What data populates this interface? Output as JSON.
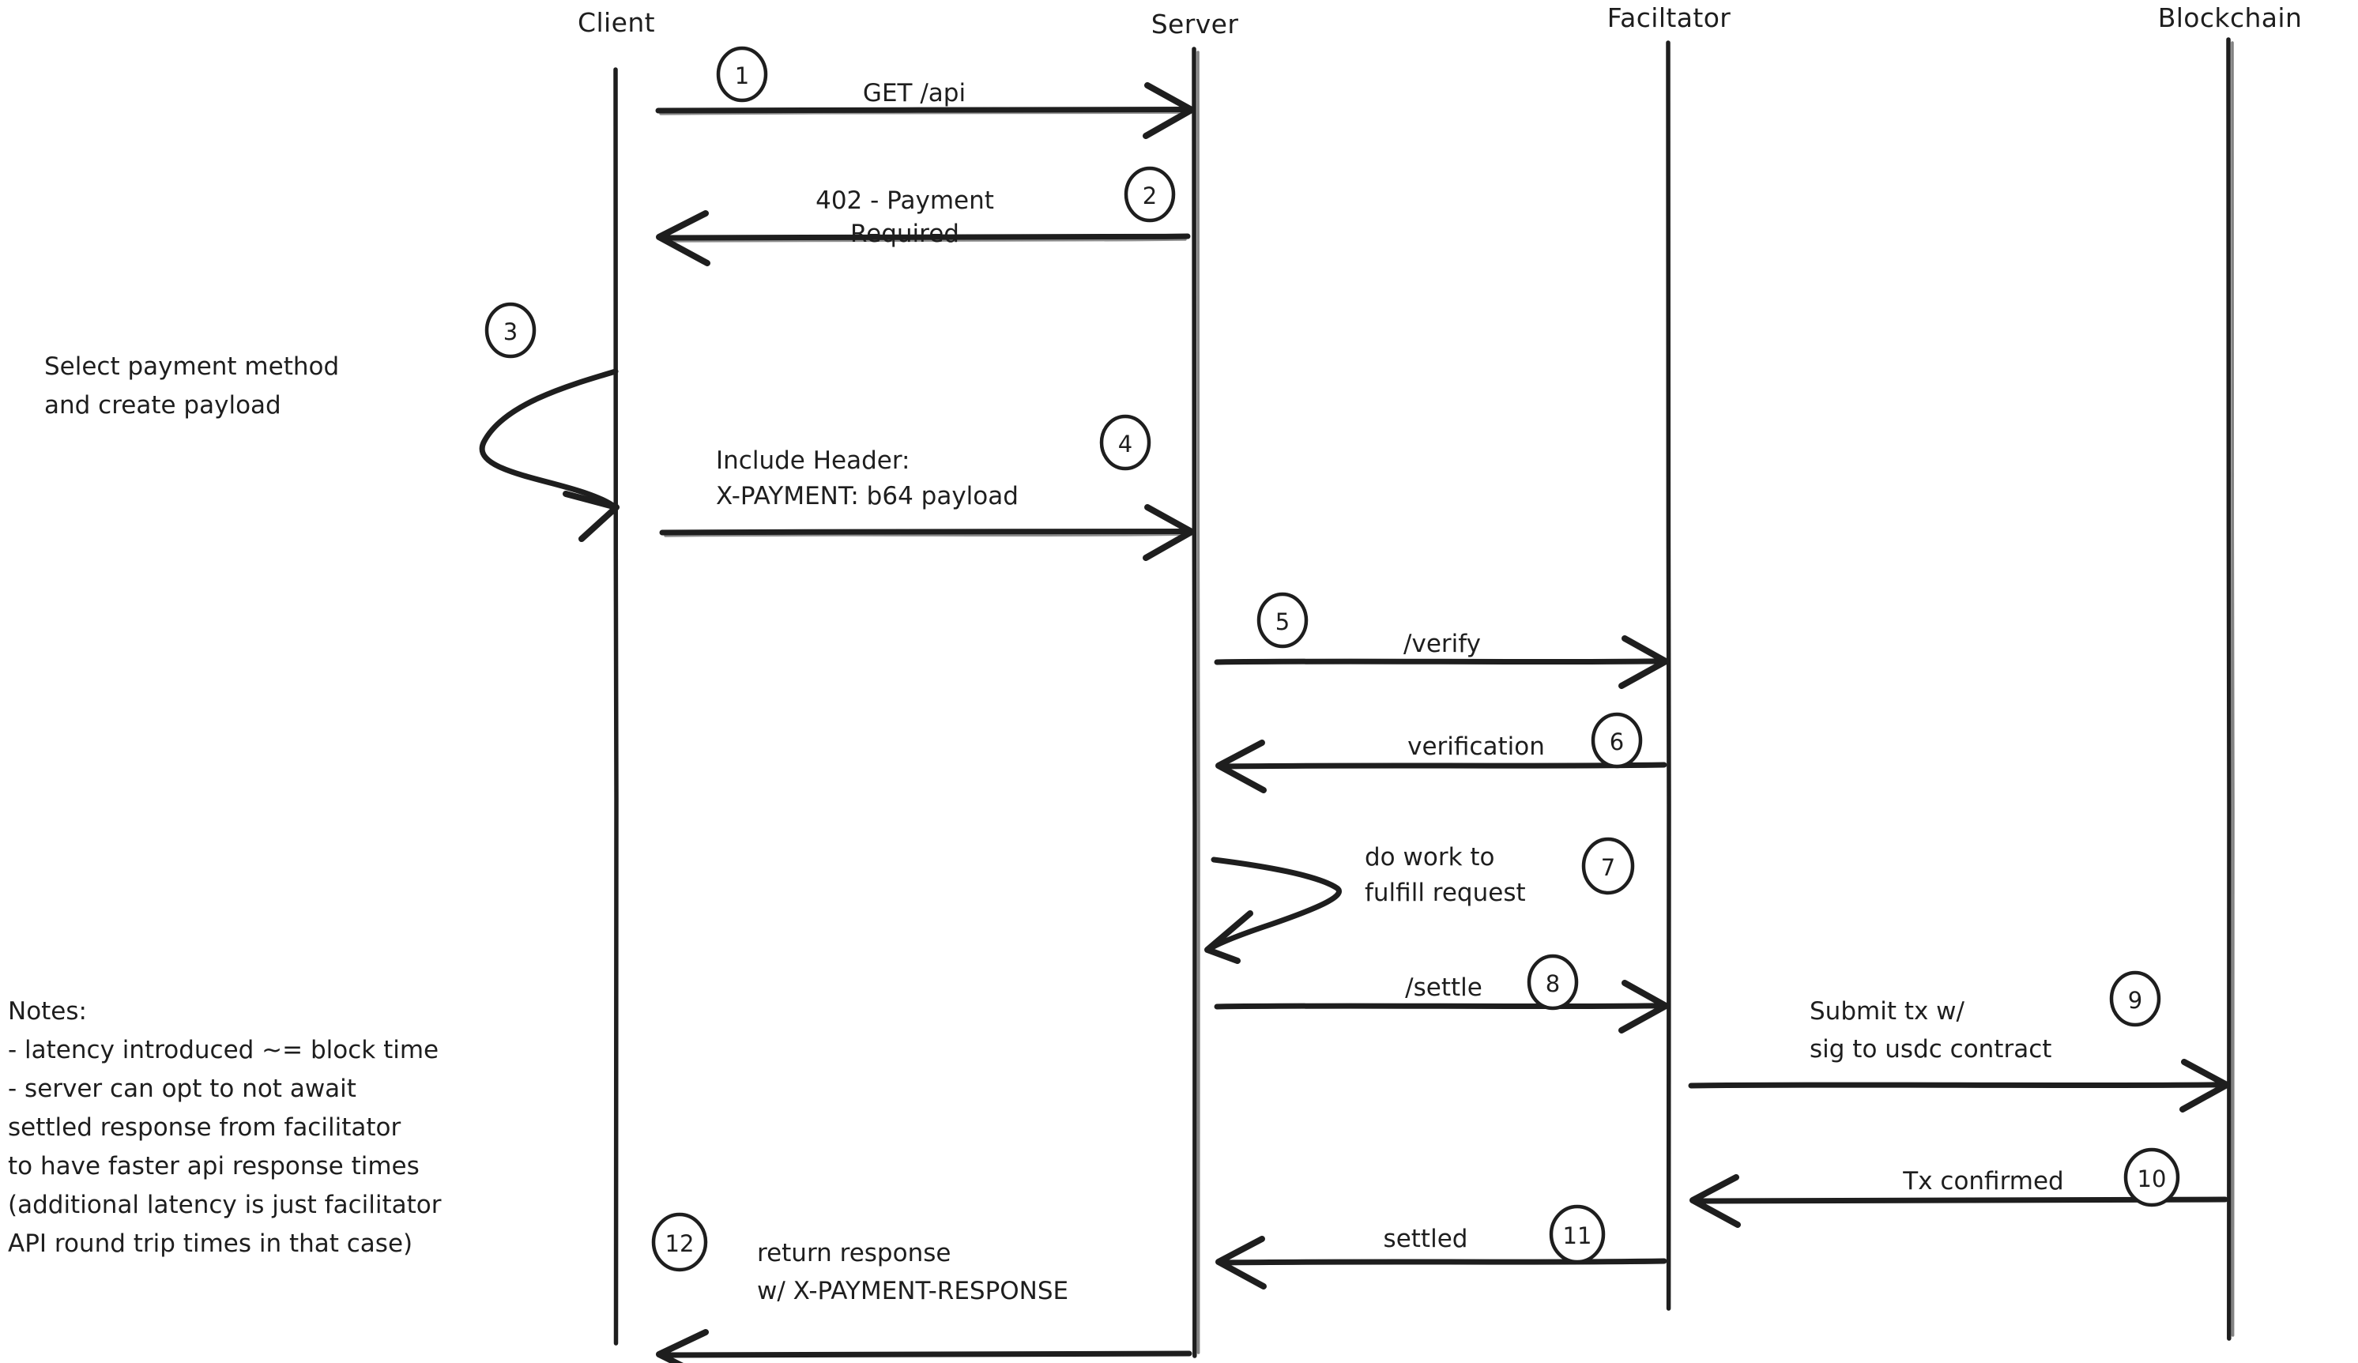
{
  "diagram": {
    "title": "x402 payment flow sequence diagram",
    "style": "hand-drawn",
    "background_color": "#ffffff",
    "stroke_color": "#1e1e1e"
  },
  "actors": [
    {
      "id": "client",
      "label": "Client"
    },
    {
      "id": "server",
      "label": "Server"
    },
    {
      "id": "facilitator",
      "label": "Faciltator"
    },
    {
      "id": "blockchain",
      "label": "Blockchain"
    }
  ],
  "steps": [
    {
      "number": "1",
      "from": "client",
      "to": "server",
      "direction": "right",
      "kind": "message",
      "lines": [
        "GET /api"
      ]
    },
    {
      "number": "2",
      "from": "server",
      "to": "client",
      "direction": "left",
      "kind": "message",
      "lines": [
        "402 - Payment",
        "Required"
      ]
    },
    {
      "number": "3",
      "from": "client",
      "to": "client",
      "direction": "self-left",
      "kind": "self",
      "lines": [
        "Select payment method",
        "and create payload"
      ]
    },
    {
      "number": "4",
      "from": "client",
      "to": "server",
      "direction": "right",
      "kind": "message",
      "lines": [
        "Include Header:",
        "X-PAYMENT: b64 payload"
      ]
    },
    {
      "number": "5",
      "from": "server",
      "to": "facilitator",
      "direction": "right",
      "kind": "message",
      "lines": [
        "/verify"
      ]
    },
    {
      "number": "6",
      "from": "facilitator",
      "to": "server",
      "direction": "left",
      "kind": "message",
      "lines": [
        "verification"
      ]
    },
    {
      "number": "7",
      "from": "server",
      "to": "server",
      "direction": "self-right",
      "kind": "self",
      "lines": [
        "do work to",
        "fulfill request"
      ]
    },
    {
      "number": "8",
      "from": "server",
      "to": "facilitator",
      "direction": "right",
      "kind": "message",
      "lines": [
        "/settle"
      ]
    },
    {
      "number": "9",
      "from": "facilitator",
      "to": "blockchain",
      "direction": "right",
      "kind": "message",
      "lines": [
        "Submit tx w/",
        "sig to usdc contract"
      ]
    },
    {
      "number": "10",
      "from": "blockchain",
      "to": "facilitator",
      "direction": "left",
      "kind": "message",
      "lines": [
        "Tx confirmed"
      ]
    },
    {
      "number": "11",
      "from": "facilitator",
      "to": "server",
      "direction": "left",
      "kind": "message",
      "lines": [
        "settled"
      ]
    },
    {
      "number": "12",
      "from": "server",
      "to": "client",
      "direction": "left",
      "kind": "message",
      "lines": [
        "return response",
        "w/ X-PAYMENT-RESPONSE"
      ]
    }
  ],
  "notes": {
    "heading": "Notes:",
    "lines": [
      "- latency introduced ~= block time",
      "- server can opt to not await",
      "settled response from facilitator",
      "to have faster api response times",
      "(additional latency is just facilitator",
      "API round trip times in that case)"
    ]
  }
}
